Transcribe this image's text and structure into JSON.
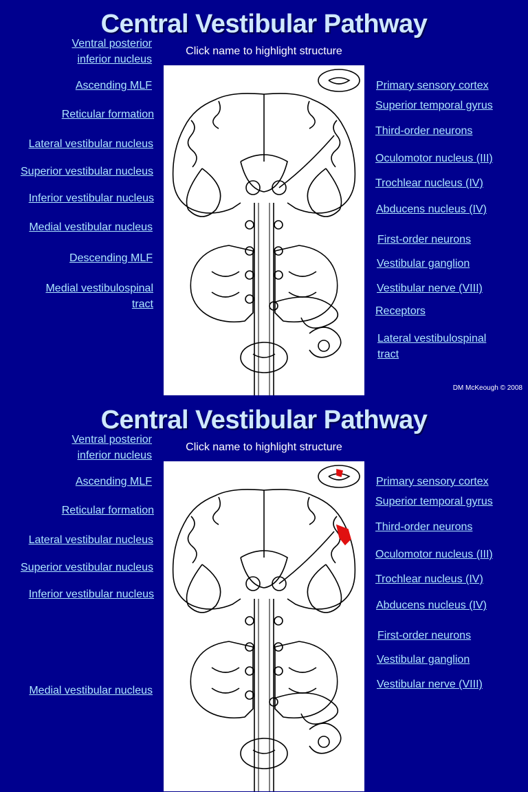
{
  "slides": [
    {
      "title": "Central Vestibular Pathway",
      "subtitle": "Click name to highlight structure",
      "credit": "DM McKeough © 2008",
      "left_labels": [
        "Ventral posterior\ninferior nucleus",
        "Ascending MLF",
        "Reticular formation",
        "Lateral vestibular nucleus",
        "Superior vestibular nucleus",
        "Inferior vestibular nucleus",
        "Medial vestibular nucleus",
        "Descending MLF",
        "Medial vestibulospinal\ntract"
      ],
      "right_labels": [
        "Primary sensory cortex",
        "Superior temporal gyrus",
        "Third-order neurons",
        "Oculomotor nucleus (III)",
        "Trochlear nucleus (IV)",
        "Abducens nucleus (IV)",
        "First-order neurons",
        "Vestibular ganglion",
        "Vestibular nerve (VIII)",
        "Receptors",
        "Lateral vestibulospinal\ntract"
      ]
    },
    {
      "title": "Central Vestibular Pathway",
      "subtitle": "Click name to highlight structure",
      "highlight": {
        "structure": "Primary sensory cortex",
        "color": "#e01010"
      },
      "left_labels": [
        "Ventral posterior\ninferior nucleus",
        "Ascending MLF",
        "Reticular formation",
        "Lateral vestibular nucleus",
        "Superior vestibular nucleus",
        "Inferior vestibular nucleus",
        "Medial vestibular nucleus"
      ],
      "right_labels": [
        "Primary sensory cortex",
        "Superior temporal gyrus",
        "Third-order neurons",
        "Oculomotor nucleus (III)",
        "Trochlear nucleus (IV)",
        "Abducens nucleus (IV)",
        "First-order neurons",
        "Vestibular ganglion",
        "Vestibular nerve (VIII)"
      ]
    }
  ]
}
